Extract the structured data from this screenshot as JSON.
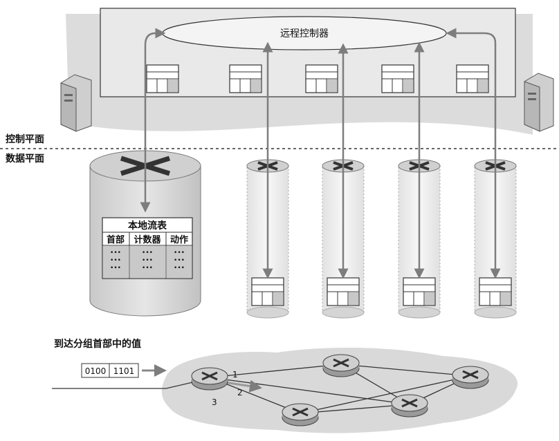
{
  "diagram": {
    "controller_label": "远程控制器",
    "control_plane_label": "控制平面",
    "data_plane_label": "数据平面",
    "local_flow_table": {
      "title": "本地流表",
      "columns": [
        "首部",
        "计数器",
        "动作"
      ],
      "cell_text": "•••"
    },
    "packet": {
      "caption": "到达分组首部中的值",
      "bits": [
        "0100",
        "1101"
      ]
    },
    "port_labels": [
      "1",
      "2",
      "3"
    ]
  },
  "colors": {
    "shade": "#d9d9d9",
    "shade_dark": "#bdbdbd",
    "line": "#333333",
    "arrow": "#8a8a8a",
    "router_top": "#cfcfcf",
    "router_mark": "#333333",
    "table_bg": "#ffffff",
    "cell_shade": "#c7c7c7"
  }
}
